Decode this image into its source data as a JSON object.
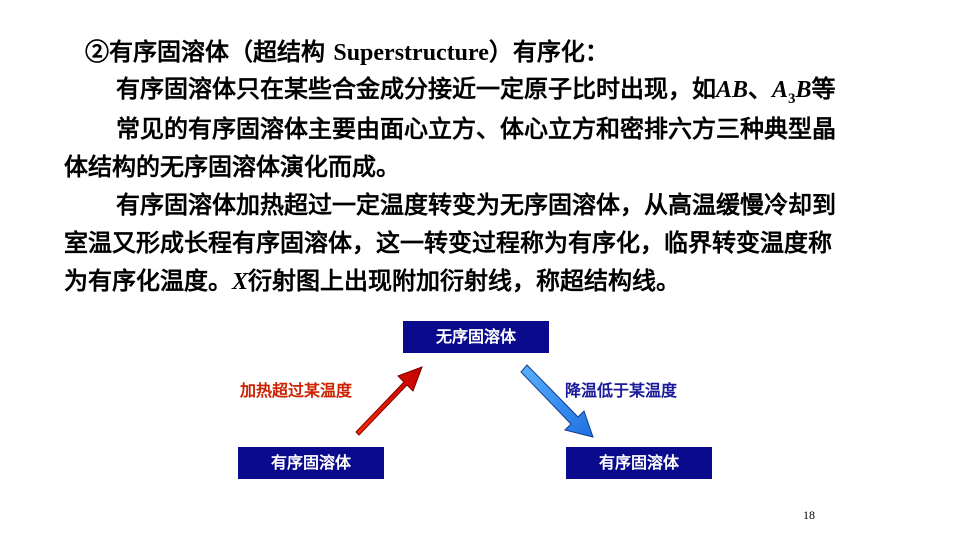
{
  "heading": {
    "prefix": "②有序固溶体（超结构 ",
    "term": "Superstructure",
    "suffix": "）有序化："
  },
  "para1": {
    "line1_text": "有序固溶体只在某些合金成分接近一定原子比时出现，如",
    "formula_ab": "AB",
    "sep": "、",
    "formula_a3b_a": "A",
    "formula_a3b_sub": "3",
    "formula_a3b_b": "B",
    "line1_tail": "等",
    "line2": "常见的有序固溶体主要由面心立方、体心立方和密排六方三种典型晶",
    "line3": "体结构的无序固溶体演化而成。"
  },
  "para2": {
    "line1": "有序固溶体加热超过一定温度转变为无序固溶体，从高温缓慢冷却到",
    "line2": "室温又形成长程有序固溶体，这一转变过程称为有序化，临界转变温度称",
    "line3_pre": "为有序化温度。",
    "line3_x": "X",
    "line3_post": "衍射图上出现附加衍射线，称超结构线。"
  },
  "diagram": {
    "top_box": "无序固溶体",
    "left_box": "有序固溶体",
    "right_box": "有序固溶体",
    "heat_label": "加热超过某温度",
    "cool_label": "降温低于某温度",
    "heat_color": "#cc2200",
    "cool_color": "#1a1a9a",
    "box_color": "#0a0a8c"
  },
  "page_number": "18"
}
